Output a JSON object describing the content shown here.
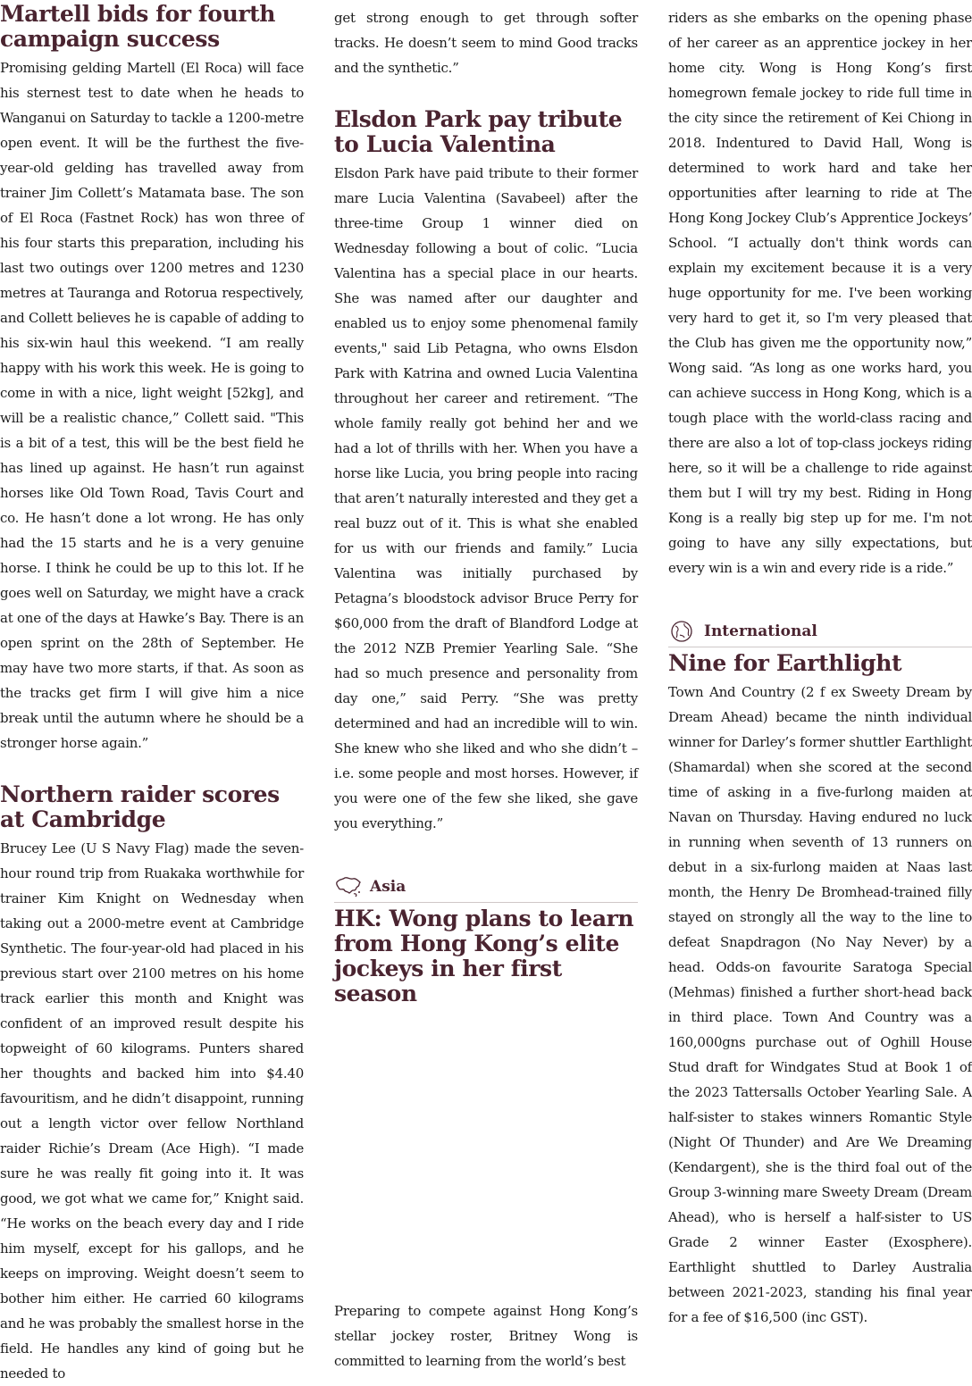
{
  "col1": {
    "martell": {
      "headline": "Martell bids for fourth campaign success",
      "body": "Promising gelding Martell (El Roca) will face his sternest test to date when he heads to Wanganui on Saturday to tackle a 1200-metre open event. It will be the furthest the five-year-old gelding has travelled away from trainer Jim Collett’s Matamata base. The son of El Roca (Fastnet Rock) has won three of his four starts this preparation, including his last two outings over 1200 metres and 1230 metres at Tauranga and Rotorua respectively, and Collett believes he is capable of adding to his six-win haul this weekend. “I am really happy with his work this week. He is going to come in with a nice, light weight [52kg], and will be a realistic chance,” Collett said. \"This is a bit of a test, this will be the best field he has lined up against. He hasn’t run against horses like Old Town Road, Tavis Court and co. He hasn’t done a lot wrong. He has only had the 15 starts and he is a very genuine horse. I think he could be up to this lot. If he goes well on Saturday, we might have a crack at one of the days at Hawke’s Bay. There is an open sprint on the 28th of September. He may have two more starts, if that. As soon as the tracks get firm I will give him a nice break until the autumn where he should be a stronger horse again.”"
    },
    "northern": {
      "headline": "Northern raider scores at Cambridge",
      "body": "Brucey Lee (U S Navy Flag) made the seven-hour round trip from Ruakaka worthwhile for trainer Kim Knight on Wednesday when taking out a 2000-metre event at Cambridge Synthetic. The four-year-old had placed in his previous start over 2100 metres on his home track earlier this month and Knight was confident of an improved result despite his topweight of 60 kilograms. Punters shared her thoughts and backed him into $4.40 favouritism, and he didn’t disappoint, running out a length victor over fellow Northland raider Richie’s Dream (Ace High). “I made sure he was really fit going into it. It was good, we got what we came for,” Knight said. “He works on the beach every day and I ride him myself, except for his gallops, and he keeps on improving. Weight doesn’t seem to bother him either. He carried 60 kilograms and he was probably the smallest horse in the field. He handles any kind of going but he needed to"
    }
  },
  "col2": {
    "continued": "get strong enough to get through softer tracks. He doesn’t seem to mind Good tracks and the synthetic.”",
    "elsdon": {
      "headline": "Elsdon Park pay tribute to Lucia Valentina",
      "body": "Elsdon Park have paid tribute to their former mare Lucia Valentina (Savabeel) after the three-time Group 1 winner died on Wednesday following a bout of colic. “Lucia Valentina has a special place in our hearts. She was named after our daughter and enabled us to enjoy some phenomenal family events,\" said Lib Petagna, who owns Elsdon Park with Katrina and owned Lucia Valentina throughout her career and retirement. “The whole family really got behind her and we had a lot of thrills with her. When you have a horse like Lucia, you bring people into racing that aren’t naturally interested and they get a real buzz out of it. This is what she enabled for us with our friends and family.” Lucia Valentina was initially purchased by Petagna’s bloodstock advisor Bruce Perry for $60,000 from the draft of Blandford Lodge at the 2012 NZB Premier Yearling Sale. “She had so much presence and personality from day one,” said Perry. “She was pretty determined and had an incredible will to win. She knew who she liked and who she didn’t – i.e. some people and most horses. However, if you were one of the few she liked, she gave you everything.”"
    },
    "asia_label": "Asia",
    "wong": {
      "headline": "HK: Wong plans to learn from Hong Kong’s elite jockeys in her first season",
      "body": "Preparing to compete against Hong Kong’s stellar jockey roster, Britney Wong is committed to learning from the world’s best"
    }
  },
  "col3": {
    "continued": "riders as she embarks on the opening phase of her career as an apprentice jockey in her home city. Wong is Hong Kong’s first homegrown female jockey to ride full time in the city since the retirement of Kei Chiong in 2018. Indentured to David Hall, Wong is determined to work hard and take her opportunities after learning to ride at The Hong Kong Jockey Club’s Apprentice Jockeys’ School. “I actually don't think words can explain my excitement because it is a very huge opportunity for me. I've been working very hard to get it, so I'm very pleased that the Club has given me the opportunity now,” Wong said. “As long as one works hard, you can achieve success in Hong Kong, which is a tough place with the world-class racing and there are also a lot of top-class jockeys riding here, so it will be a challenge to ride against them but I will try my best. Riding in Hong Kong is a really big step up for me. I'm not going to have any silly expectations, but every win is a win and every ride is a ride.”",
    "international_label": "International",
    "earthlight": {
      "headline": "Nine for Earthlight",
      "body": "Town And Country (2 f ex Sweety Dream by Dream Ahead) became the ninth individual winner for Darley’s former shuttler Earthlight (Shamardal) when she scored at the second time of asking in a five-furlong maiden at Navan on Thursday. Having endured no luck in running when seventh of 13 runners on debut in a six-furlong maiden at Naas last month, the Henry De Bromhead-trained filly stayed on strongly all the way to the line to defeat Snapdragon (No Nay Never) by a head. Odds-on favourite Saratoga Special (Mehmas) finished a further short-head back in third place. Town And Country was a 160,000gns purchase out of Oghill House Stud draft for Windgates Stud at Book 1 of the 2023 Tattersalls October Yearling Sale. A half-sister to stakes winners Romantic Style (Night Of Thunder) and Are We Dreaming (Kendargent), she is the third foal out of the Group 3-winning mare Sweety Dream (Dream Ahead), who is herself a half-sister to US Grade 2 winner Easter (Exosphere). Earthlight shuttled to Darley Australia between 2021-2023, standing his final year for a fee of $16,500 (inc GST)."
    }
  },
  "icons": {
    "asia": "asia-map-icon",
    "international": "globe-icon"
  },
  "colors": {
    "accent": "#4a2430",
    "rule": "#cfc8c8"
  }
}
